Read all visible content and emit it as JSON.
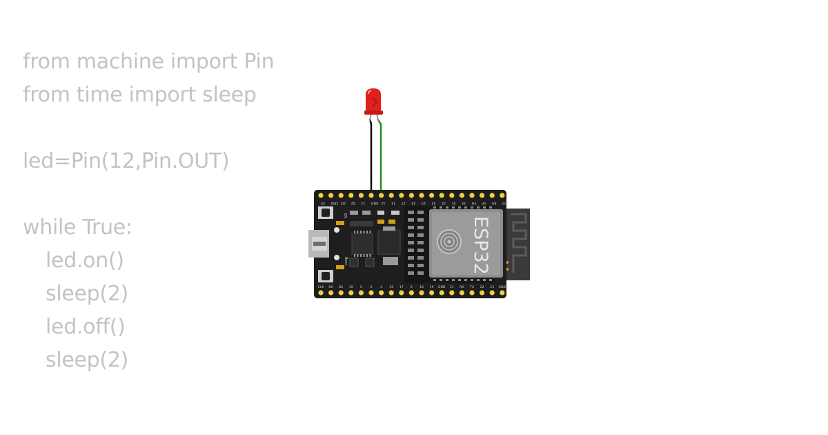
{
  "code_lines": [
    {
      "text": "from machine import Pin",
      "indent": false
    },
    {
      "text": "from time import sleep",
      "indent": false
    },
    {
      "text": "",
      "indent": false
    },
    {
      "text": "led=Pin(12,Pin.OUT)",
      "indent": false
    },
    {
      "text": "",
      "indent": false
    },
    {
      "text": "while True:",
      "indent": false
    },
    {
      "text": "led.on()",
      "indent": true
    },
    {
      "text": "sleep(2)",
      "indent": true
    },
    {
      "text": "led.off()",
      "indent": true
    },
    {
      "text": "sleep(2)",
      "indent": true
    }
  ],
  "board": {
    "module_label": "ESP32",
    "boot_label": "Boot",
    "en_label": "EN",
    "top_pins": [
      "5V",
      "CMD",
      "D3",
      "D2",
      "13",
      "GND",
      "12",
      "14",
      "27",
      "26",
      "25",
      "33",
      "32",
      "35",
      "34",
      "VN",
      "VP",
      "EN",
      "3V3"
    ],
    "bottom_pins": [
      "CLK",
      "D0",
      "D1",
      "15",
      "2",
      "0",
      "4",
      "16",
      "17",
      "5",
      "18",
      "19",
      "GND",
      "21",
      "RX",
      "TX",
      "22",
      "23",
      "GND"
    ]
  },
  "colors": {
    "code_text": "#c3c3c3",
    "board": "#1e1e1e",
    "pin": "#f4d03f",
    "led": "#e02020",
    "wire_gnd": "#000000",
    "wire_signal": "#1f8f1f",
    "module_shield": "#8e8e8e",
    "antenna": "#3a3a3a"
  },
  "icons": [
    "esp-logo-icon",
    "led-icon",
    "usb-port-icon"
  ]
}
